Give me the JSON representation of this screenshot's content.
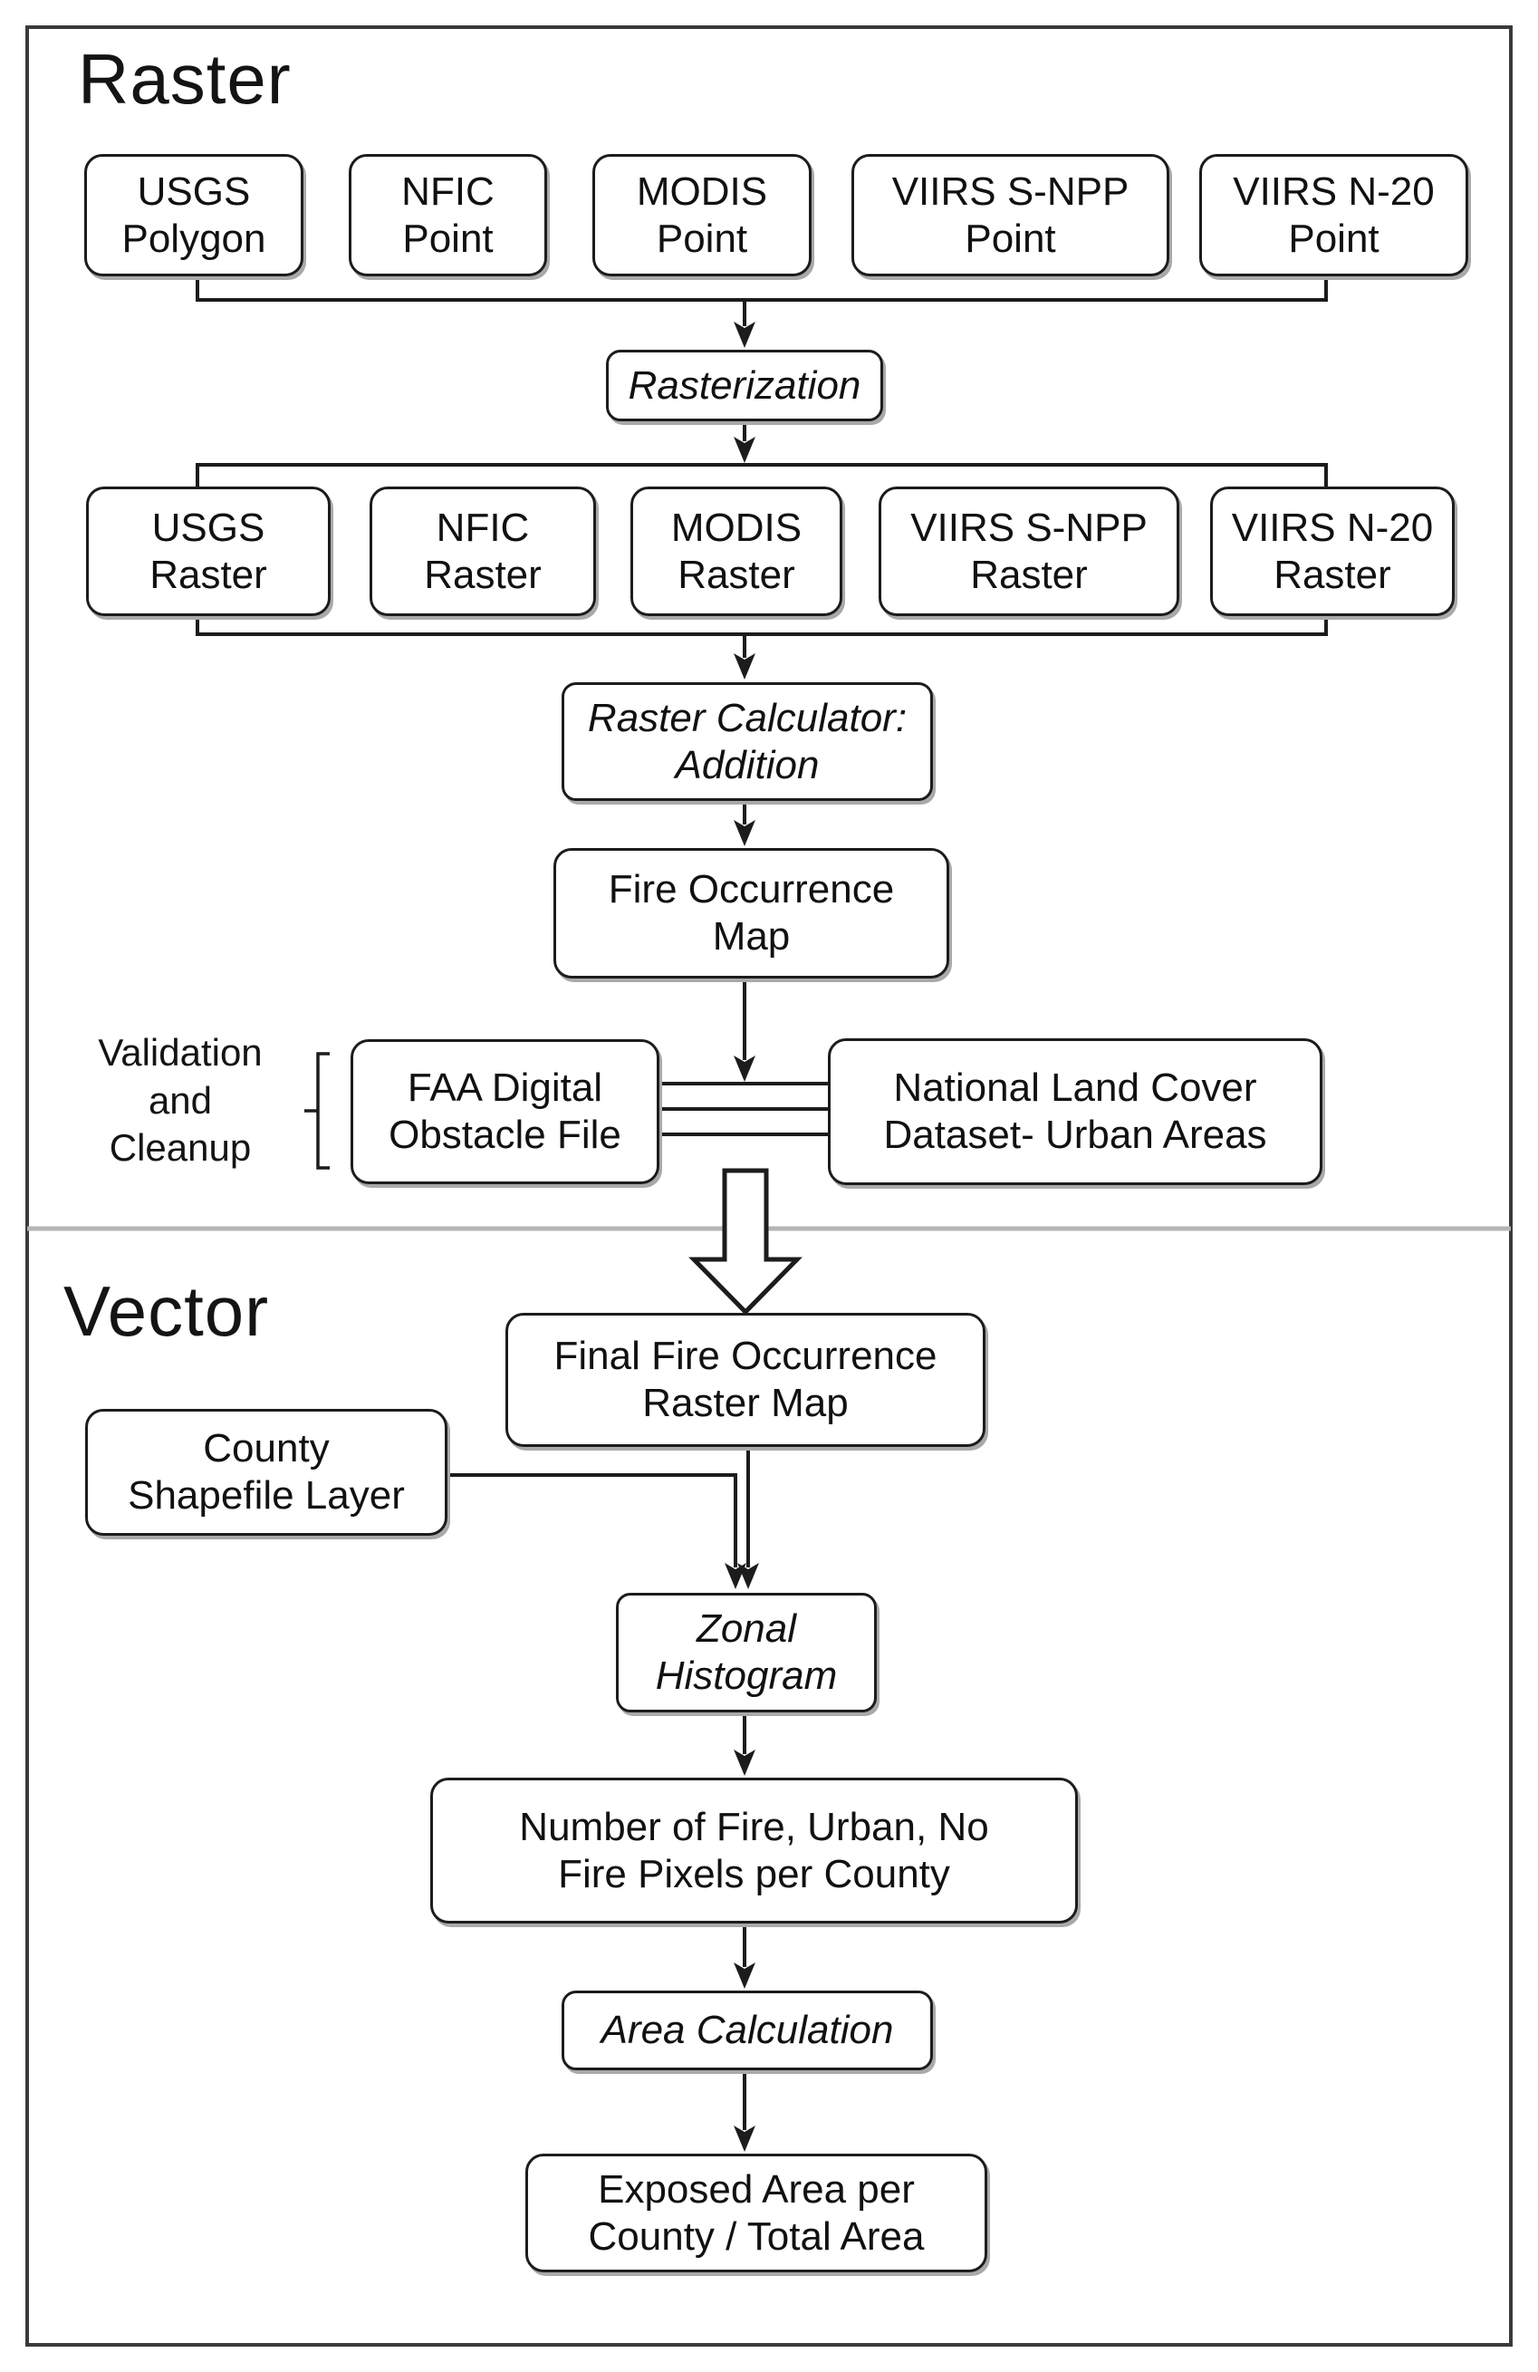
{
  "diagram": {
    "raster_section_label": "Raster",
    "vector_section_label": "Vector",
    "validation_label": "Validation\nand\nCleanup",
    "nodes": {
      "usgs_polygon": "USGS\nPolygon",
      "nfic_point": "NFIC\nPoint",
      "modis_point": "MODIS\nPoint",
      "viirs_snpp_point": "VIIRS S-NPP\nPoint",
      "viirs_n20_point": "VIIRS N-20\nPoint",
      "rasterization": "Rasterization",
      "usgs_raster": "USGS\nRaster",
      "nfic_raster": "NFIC\nRaster",
      "modis_raster": "MODIS\nRaster",
      "viirs_snpp_raster": "VIIRS S-NPP\nRaster",
      "viirs_n20_raster": "VIIRS N-20\nRaster",
      "raster_calculator": "Raster Calculator:\nAddition",
      "fire_occurrence_map": "Fire Occurrence\nMap",
      "faa_obstacle_file": "FAA Digital\nObstacle File",
      "nlcd_urban": "National Land Cover\nDataset- Urban Areas",
      "final_fire_map": "Final Fire Occurrence\nRaster Map",
      "county_shapefile": "County\nShapefile Layer",
      "zonal_histogram": "Zonal\nHistogram",
      "pixel_counts": "Number of Fire, Urban, No\nFire Pixels per County",
      "area_calculation": "Area Calculation",
      "exposed_area": "Exposed Area per\nCounty / Total Area"
    },
    "colors": {
      "stroke": "#1c1c1c",
      "frame": "#3a3a3a",
      "section_divider": "#b5b5b5",
      "background": "#ffffff"
    }
  }
}
